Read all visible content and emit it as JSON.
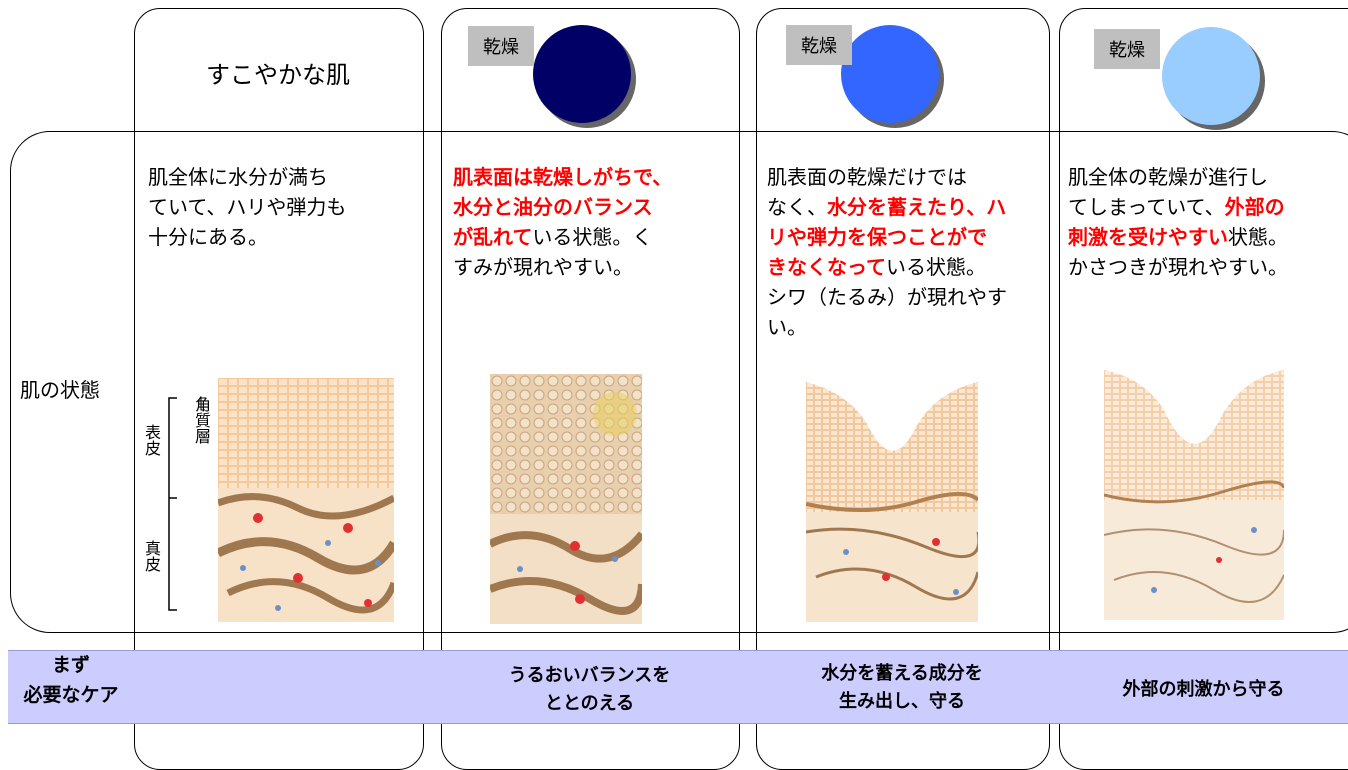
{
  "header": {
    "healthy_title": "すこやかな肌",
    "dry_badge": "乾燥",
    "circle_colors": [
      "#000066",
      "#3366ff",
      "#99ccff"
    ]
  },
  "row_label": "肌の状態",
  "layers": {
    "horny": "角質層",
    "epidermis": "表皮",
    "dermis": "真皮"
  },
  "columns": [
    {
      "desc": [
        {
          "t": "肌全体に水分が満ち"
        },
        {
          "br": true
        },
        {
          "t": "ていて、ハリや弾力も"
        },
        {
          "br": true
        },
        {
          "t": "十分にある。"
        }
      ]
    },
    {
      "desc": [
        {
          "t": "肌表面は乾燥しがちで、",
          "red": true
        },
        {
          "br": true
        },
        {
          "t": "水分と油分のバランス",
          "red": true
        },
        {
          "br": true
        },
        {
          "t": "が乱れて",
          "red": true
        },
        {
          "t": "いる状態。く"
        },
        {
          "br": true
        },
        {
          "t": "すみが現れやすい。"
        }
      ]
    },
    {
      "desc": [
        {
          "t": "肌表面の乾燥だけでは"
        },
        {
          "br": true
        },
        {
          "t": "なく、"
        },
        {
          "t": "水分を蓄えたり、ハ",
          "red": true
        },
        {
          "br": true
        },
        {
          "t": "リや弾力を保つことがで",
          "red": true
        },
        {
          "br": true
        },
        {
          "t": "きなくなって",
          "red": true
        },
        {
          "t": "いる状態。"
        },
        {
          "br": true
        },
        {
          "t": "シワ（たるみ）が現れやす"
        },
        {
          "br": true
        },
        {
          "t": "い。"
        }
      ]
    },
    {
      "desc": [
        {
          "t": "肌全体の乾燥が進行し"
        },
        {
          "br": true
        },
        {
          "t": "てしまっていて、"
        },
        {
          "t": "外部の",
          "red": true
        },
        {
          "br": true
        },
        {
          "t": "刺激を受けやすい",
          "red": true
        },
        {
          "t": "状態。"
        },
        {
          "br": true
        },
        {
          "t": "かさつきが現れやすい。"
        }
      ]
    }
  ],
  "care": {
    "label_line1": "まず",
    "label_line2": "必要なケア",
    "col2_line1": "うるおいバランスを",
    "col2_line2": "ととのえる",
    "col3_line1": "水分を蓄える成分を",
    "col3_line2": "生み出し、守る",
    "col4": "外部の刺激から守る"
  },
  "colors": {
    "red_text": "#ff0000",
    "care_bar": "#ccccff",
    "badge": "#bfbfbf"
  }
}
